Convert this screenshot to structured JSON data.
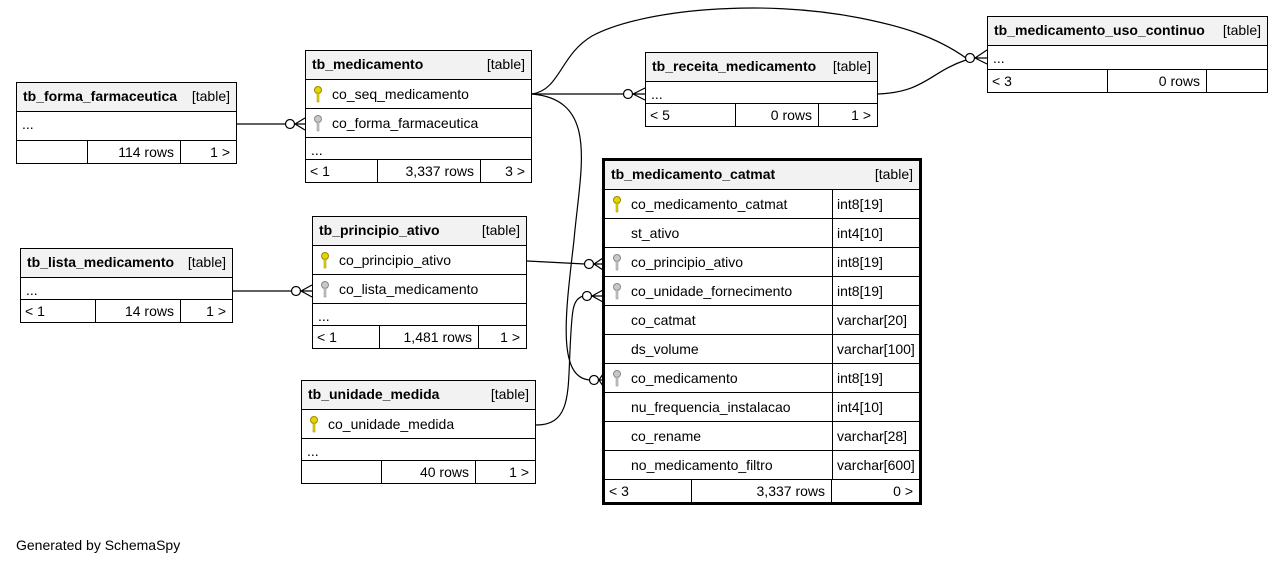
{
  "footer": {
    "generated_by": "Generated by SchemaSpy"
  },
  "tables": {
    "forma": {
      "name": "tb_forma_farmaceutica",
      "type": "[table]",
      "more": "...",
      "rows": "114 rows",
      "children": "1 >"
    },
    "medicamento": {
      "name": "tb_medicamento",
      "type": "[table]",
      "columns": [
        {
          "name": "co_seq_medicamento"
        },
        {
          "name": "co_forma_farmaceutica"
        }
      ],
      "more": "...",
      "parents": "< 1",
      "rows": "3,337 rows",
      "children": "3 >"
    },
    "receita": {
      "name": "tb_receita_medicamento",
      "type": "[table]",
      "more": "...",
      "parents": "< 5",
      "rows": "0 rows",
      "children": "1 >"
    },
    "uso": {
      "name": "tb_medicamento_uso_continuo",
      "type": "[table]",
      "more": "...",
      "parents": "< 3",
      "rows": "0 rows"
    },
    "lista": {
      "name": "tb_lista_medicamento",
      "type": "[table]",
      "more": "...",
      "parents": "< 1",
      "rows": "14 rows",
      "children": "1 >"
    },
    "principio": {
      "name": "tb_principio_ativo",
      "type": "[table]",
      "columns": [
        {
          "name": "co_principio_ativo"
        },
        {
          "name": "co_lista_medicamento"
        }
      ],
      "more": "...",
      "parents": "< 1",
      "rows": "1,481 rows",
      "children": "1 >"
    },
    "unidade": {
      "name": "tb_unidade_medida",
      "type": "[table]",
      "columns": [
        {
          "name": "co_unidade_medida"
        }
      ],
      "more": "...",
      "rows": "40 rows",
      "children": "1 >"
    },
    "catmat": {
      "name": "tb_medicamento_catmat",
      "type": "[table]",
      "columns": [
        {
          "name": "co_medicamento_catmat",
          "dtype": "int8[19]"
        },
        {
          "name": "st_ativo",
          "dtype": "int4[10]"
        },
        {
          "name": "co_principio_ativo",
          "dtype": "int8[19]"
        },
        {
          "name": "co_unidade_fornecimento",
          "dtype": "int8[19]"
        },
        {
          "name": "co_catmat",
          "dtype": "varchar[20]"
        },
        {
          "name": "ds_volume",
          "dtype": "varchar[100]"
        },
        {
          "name": "co_medicamento",
          "dtype": "int8[19]"
        },
        {
          "name": "nu_frequencia_instalacao",
          "dtype": "int4[10]"
        },
        {
          "name": "co_rename",
          "dtype": "varchar[28]"
        },
        {
          "name": "no_medicamento_filtro",
          "dtype": "varchar[600]"
        }
      ],
      "parents": "< 3",
      "rows": "3,337 rows",
      "children": "0 >"
    }
  },
  "colors": {
    "primary_key": "#e5d400",
    "foreign_key": "#b8b8b8",
    "header_bg": "#f2f2f2"
  },
  "icons": {
    "primary_key": "key-icon",
    "foreign_key": "key-icon"
  }
}
